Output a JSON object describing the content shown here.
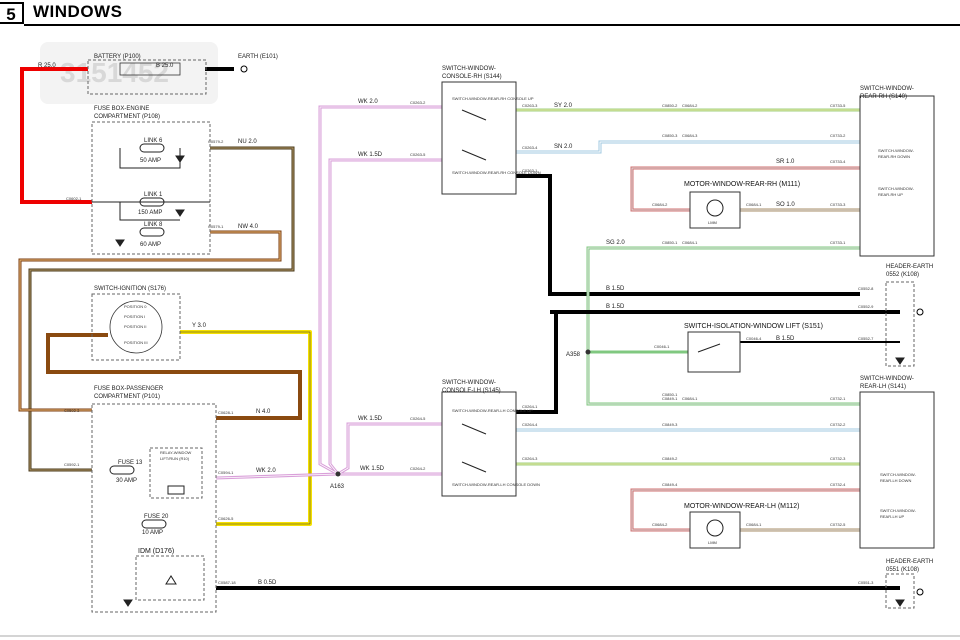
{
  "page": {
    "number": "5",
    "title": "WINDOWS"
  },
  "watermark": "3151452",
  "components": {
    "battery": "BATTERY (P100)",
    "earth_e101": "EARTH (E101)",
    "fusebox_engine": [
      "FUSE BOX-ENGINE",
      "COMPARTMENT (P108)"
    ],
    "link6": [
      "LINK 6",
      "50 AMP"
    ],
    "link1": [
      "LINK 1",
      "150 AMP"
    ],
    "link8": [
      "LINK 8",
      "60 AMP"
    ],
    "switch_ignition": "SWITCH-IGNITION (S176)",
    "fusebox_pass": [
      "FUSE BOX-PASSENGER",
      "COMPARTMENT (P101)"
    ],
    "fuse13": [
      "FUSE 13",
      "30 AMP"
    ],
    "fuse20": [
      "FUSE 20",
      "10 AMP"
    ],
    "relay": [
      "RELAY-WINDOW",
      "LIFT/RUN (R10)"
    ],
    "idm": "IDM (D176)",
    "sw_rh": [
      "SWITCH-WINDOW-",
      "CONSOLE-RH (S144)"
    ],
    "sw_lh": [
      "SWITCH-WINDOW-",
      "CONSOLE-LH (S145)"
    ],
    "sw_rear_rh": [
      "SWITCH-WINDOW-",
      "REAR-RH (S140)"
    ],
    "sw_rear_lh": [
      "SWITCH-WINDOW-",
      "REAR-LH (S141)"
    ],
    "motor_rh": "MOTOR-WINDOW-REAR-RH (M111)",
    "motor_lh": "MOTOR-WINDOW-REAR-LH (M112)",
    "isolation": "SWITCH-ISOLATION-WINDOW LIFT (S151)",
    "hdr_earth_552": [
      "HEADER-EARTH",
      "0552 (K108)"
    ],
    "hdr_earth_551": [
      "HEADER-EARTH",
      "0551 (K108)"
    ],
    "splice_a163": "A163",
    "splice_a358": "A358"
  },
  "inner_labels": {
    "rh_up": "SWITCH-WINDOW-REAR-RH CONSOLE UP",
    "rh_down": "SWITCH-WINDOW-REAR-RH CONSOLE DOWN",
    "lh_up": "SWITCH-WINDOW-REAR-LH CONSOLE UP",
    "lh_down": "SWITCH-WINDOW-REAR-LH CONSOLE DOWN",
    "rr_down": [
      "SWITCH-WINDOW-",
      "REAR-RH DOWN"
    ],
    "rr_up": [
      "SWITCH-WINDOW-",
      "REAR-RH UP"
    ],
    "rl_down": [
      "SWITCH-WINDOW-",
      "REAR-LH DOWN"
    ],
    "rl_up": [
      "SWITCH-WINDOW-",
      "REAR-LH UP"
    ],
    "motor": "LMM",
    "ign": [
      "POSITION 0",
      "POSITION I",
      "POSITION II",
      "POSITION III"
    ]
  },
  "wires": {
    "r_lead": "R 25.0",
    "b_earth": "B 25.0",
    "nu": "NU 2.0",
    "nw": "NW 4.0",
    "y": "Y 3.0",
    "na": "N 4.0",
    "wk_top": "WK 2.0",
    "wk_mid": "WK 1.5D",
    "wk_lh": "WK 1.5D",
    "wk_lh2": "WK 1.5D",
    "wk_relay": "WK 2.0",
    "sy": "SY 2.0",
    "sn": "SN 2.0",
    "sr": "SR 1.0",
    "so": "SO 1.0",
    "sg": "SG 2.0",
    "b15a": "B 1.5D",
    "b15b": "B 1.5D",
    "b15c": "B 1.5D",
    "b05": "B 0.5D"
  },
  "connectors": {
    "c1": "C0602-1",
    "c2": "C0579-2",
    "c3": "C0579-1",
    "c4": "C0263-2",
    "c5": "C0263-5",
    "c6": "C0263-3",
    "c7": "C0263-4",
    "c8": "C0263-1",
    "c9": "C0850-2",
    "c10": "C0684-2",
    "c11": "C0733-5",
    "c12": "C0850-3",
    "c13": "C0684-3",
    "c14": "C0733-2",
    "c15": "C0733-4",
    "c16": "C0684-2",
    "c17": "C0684-1",
    "c18": "C0733-3",
    "c19": "C0850-1",
    "c20": "C0684-1",
    "c21": "C0733-1",
    "c22": "C0552-8",
    "c23": "C0552-9",
    "c24": "C0046-1",
    "c25": "C0046-4",
    "c26": "C0552-7",
    "c27": "C0264-1",
    "c28": "C0264-4",
    "c29": "C0264-3",
    "c30": "C0264-5",
    "c31": "C0264-2",
    "c32": "C0849-1",
    "c33": "C0684-1",
    "c34": "C0732-1",
    "c35": "C0849-3",
    "c36": "C0732-2",
    "c37": "C0849-2",
    "c38": "C0732-3",
    "c39": "C0732-4",
    "c40": "C0684-2",
    "c41": "C0684-1",
    "c42": "C0732-5",
    "c43": "C0592-3",
    "c44": "C0592-1",
    "c45": "C0628-1",
    "c46": "C0594-1",
    "c47": "C0626-5",
    "c48": "C0587-18",
    "c49": "C0551-3",
    "c50": "C0850-1",
    "c51": "C0849-4"
  }
}
